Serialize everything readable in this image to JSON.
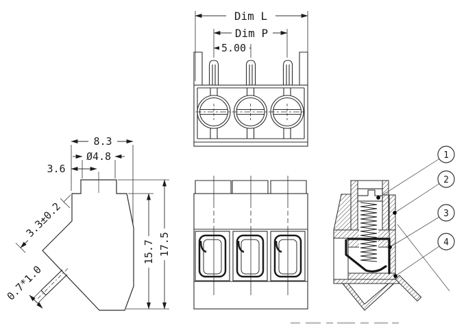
{
  "side_view": {
    "dim_width_top": "8.3",
    "dim_hole_dia": "Ø4.8",
    "dim_offset": "3.6",
    "dim_wall": "3.3±0.2",
    "dim_pin": "0.7*1.0",
    "dim_height_inner": "15.7",
    "dim_height_total": "17.5"
  },
  "top_view": {
    "dim_length": "Dim L",
    "dim_pitch_total": "Dim P",
    "dim_pitch": "5.00"
  },
  "section_view": {
    "callouts": [
      {
        "label": "1"
      },
      {
        "label": "2"
      },
      {
        "label": "3"
      },
      {
        "label": "4"
      }
    ]
  },
  "colors": {
    "line": "#2b2b2b",
    "thick": "#141414",
    "bg": "#ffffff"
  }
}
